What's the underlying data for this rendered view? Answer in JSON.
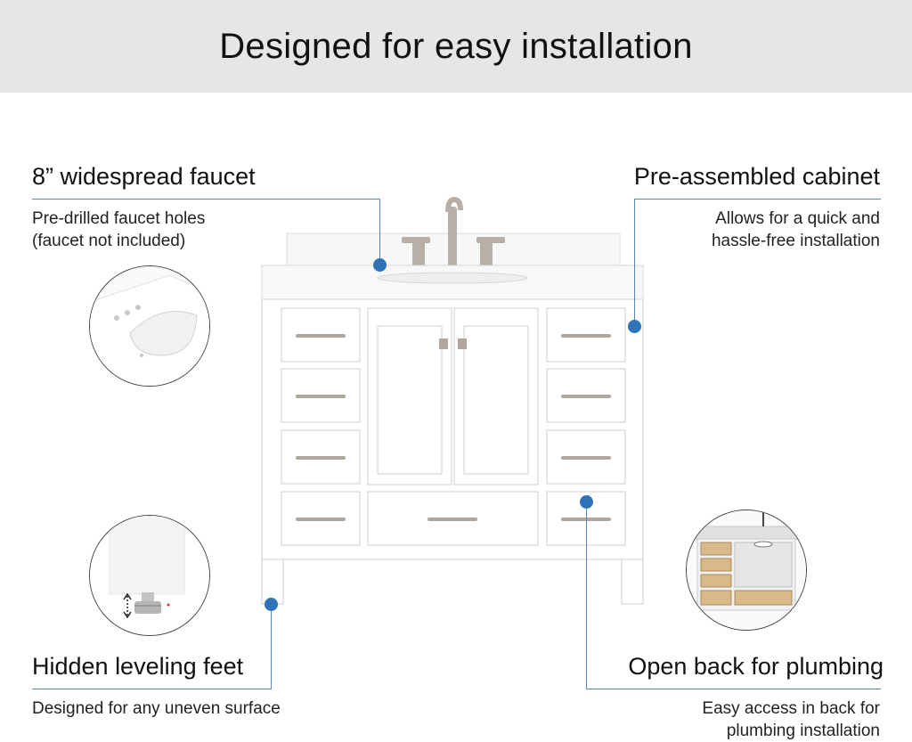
{
  "banner": {
    "title": "Designed for easy installation"
  },
  "features": {
    "faucet": {
      "title": "8” widespread faucet",
      "desc_lines": [
        "Pre-drilled faucet holes",
        "(faucet not included)"
      ]
    },
    "cabinet": {
      "title": "Pre-assembled cabinet",
      "desc_lines": [
        "Allows for  a quick and",
        "hassle-free installation"
      ]
    },
    "feet": {
      "title": "Hidden leveling feet",
      "desc_lines": [
        "Designed for any uneven surface"
      ]
    },
    "back": {
      "title": "Open back for plumbing",
      "desc_lines": [
        "Easy access in back for",
        "plumbing installation"
      ]
    }
  },
  "colors": {
    "banner_bg": "#e6e6e6",
    "connector_line": "#5a86b8",
    "dot": "#2e73b8",
    "cabinet": "#ffffff",
    "hardware": "#b0a89e",
    "wood_interior": "#d9b98a"
  },
  "icons": {
    "sink_detail": "sink-closeup-icon",
    "leveling_foot": "leveling-foot-icon",
    "open_back": "open-back-cabinet-icon",
    "vanity": "bathroom-vanity-illustration"
  }
}
